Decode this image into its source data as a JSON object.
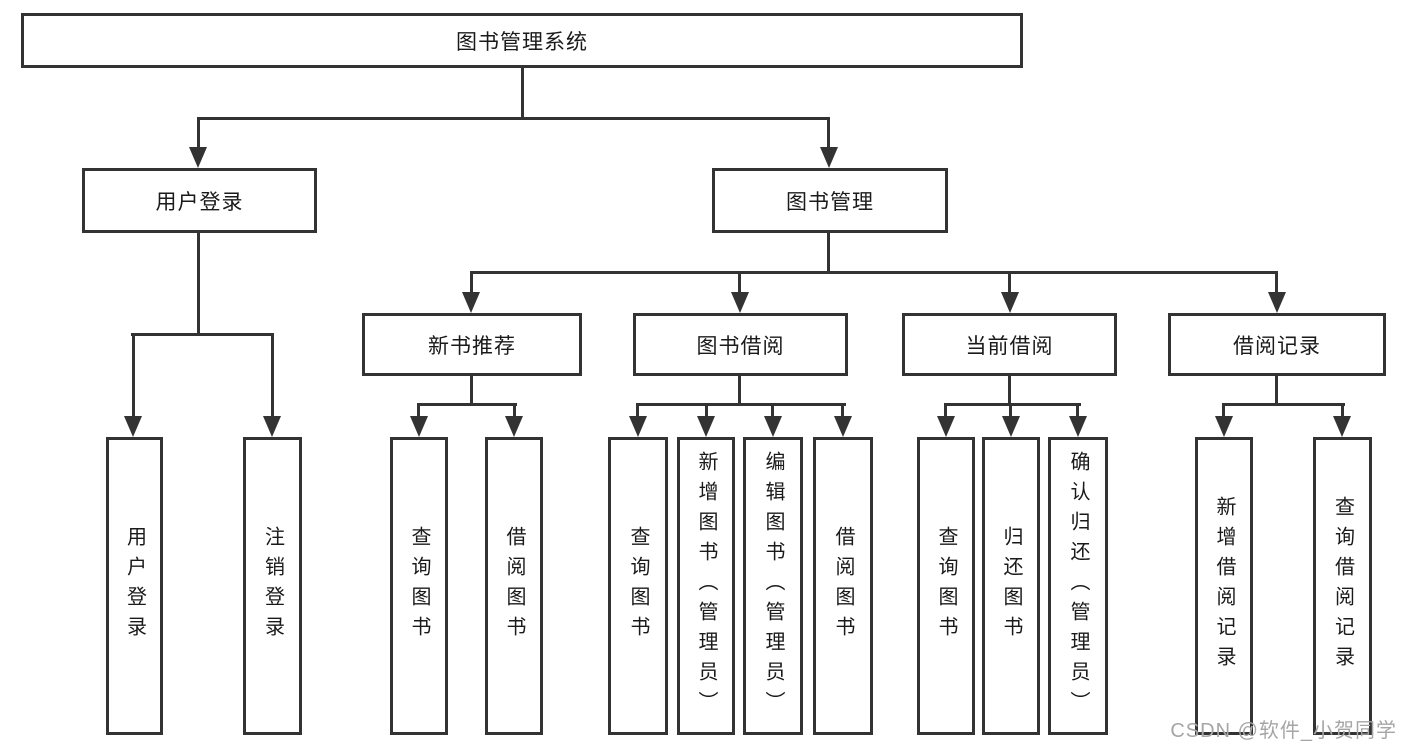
{
  "diagram": {
    "root": {
      "label": "图书管理系统"
    },
    "branches": [
      {
        "label": "用户登录",
        "children": [
          {
            "label": "用户登录"
          },
          {
            "label": "注销登录"
          }
        ]
      },
      {
        "label": "图书管理",
        "sections": [
          {
            "label": "新书推荐",
            "children": [
              {
                "label": "查询图书"
              },
              {
                "label": "借阅图书"
              }
            ]
          },
          {
            "label": "图书借阅",
            "children": [
              {
                "label": "查询图书"
              },
              {
                "label": "新增图书（管理员）"
              },
              {
                "label": "编辑图书（管理员）"
              },
              {
                "label": "借阅图书"
              }
            ]
          },
          {
            "label": "当前借阅",
            "children": [
              {
                "label": "查询图书"
              },
              {
                "label": "归还图书"
              },
              {
                "label": "确认归还（管理员）"
              }
            ]
          },
          {
            "label": "借阅记录",
            "children": [
              {
                "label": "新增借阅记录"
              },
              {
                "label": "查询借阅记录"
              }
            ]
          }
        ]
      }
    ]
  },
  "watermark": {
    "text": "CSDN @软件_小贺同学"
  },
  "colors": {
    "line": "#333333",
    "box_border": "#333333",
    "text": "#1a1a1a",
    "watermark": "#a6a6a6",
    "background": "#ffffff"
  }
}
